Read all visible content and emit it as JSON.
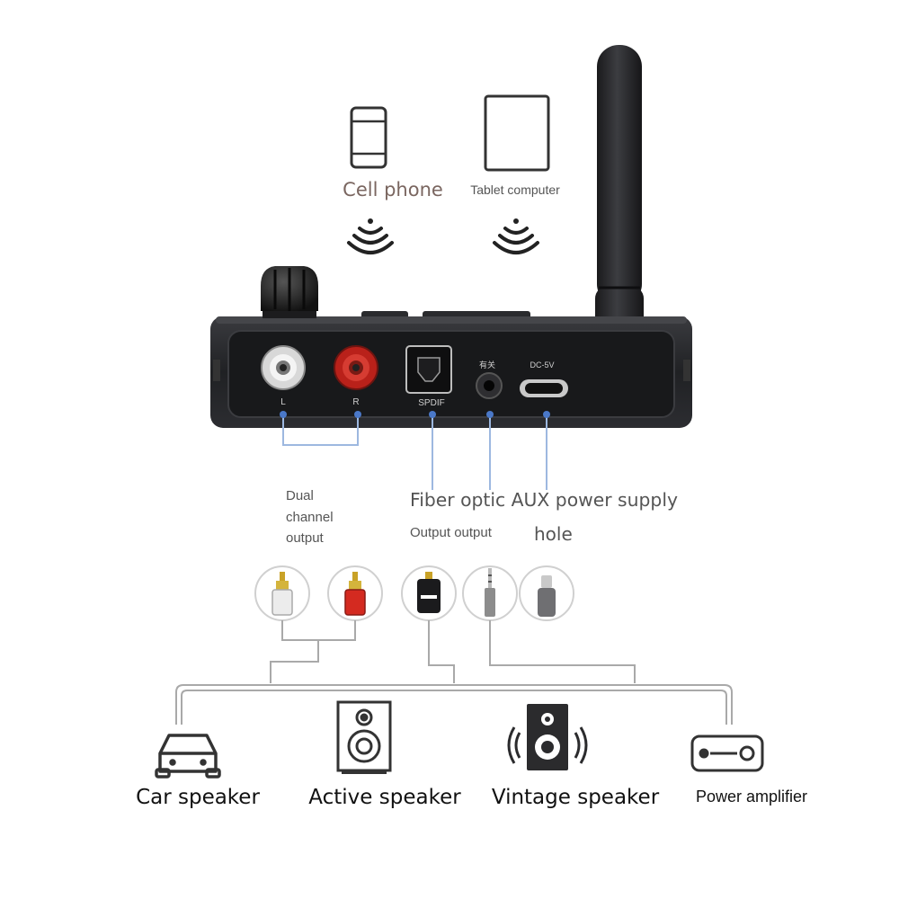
{
  "sources": {
    "cell_phone": "Cell phone",
    "tablet": "Tablet computer"
  },
  "device": {
    "port_L": "L",
    "port_R": "R",
    "port_spdif": "SPDIF",
    "port_aux": "有关",
    "port_dc": "DC-5V"
  },
  "labels": {
    "dual_channel": [
      "Dual",
      "channel",
      "output"
    ],
    "fiber_optic": "Fiber optic AUX power supply",
    "output_output": "Output output",
    "hole": "hole"
  },
  "destinations": {
    "car": "Car speaker",
    "active": "Active speaker",
    "vintage": "Vintage speaker",
    "amplifier": "Power amplifier"
  },
  "colors": {
    "connector_blue": "#9db8e0",
    "connector_dot": "#4a78c8",
    "label_brown": "#7a6660",
    "line_gray": "#a9a9a9",
    "rca_red": "#c8251d",
    "device_body": "#26272a"
  }
}
